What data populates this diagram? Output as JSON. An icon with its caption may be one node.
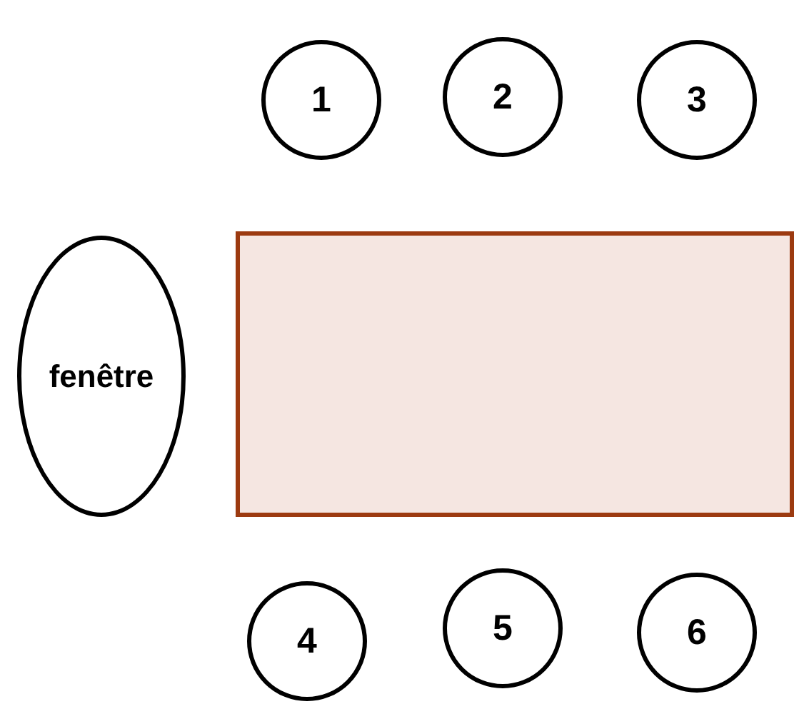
{
  "diagram": {
    "nodes": [
      {
        "text": [
          "1"
        ]
      },
      {
        "text": [
          "2"
        ]
      },
      {
        "text": [
          "3"
        ]
      },
      {
        "text": [
          "fenêtre"
        ]
      },
      {
        "text": [],
        "shape": "box"
      },
      {
        "text": [
          "4"
        ]
      },
      {
        "text": [
          "5"
        ]
      },
      {
        "text": [
          "6"
        ]
      }
    ]
  }
}
